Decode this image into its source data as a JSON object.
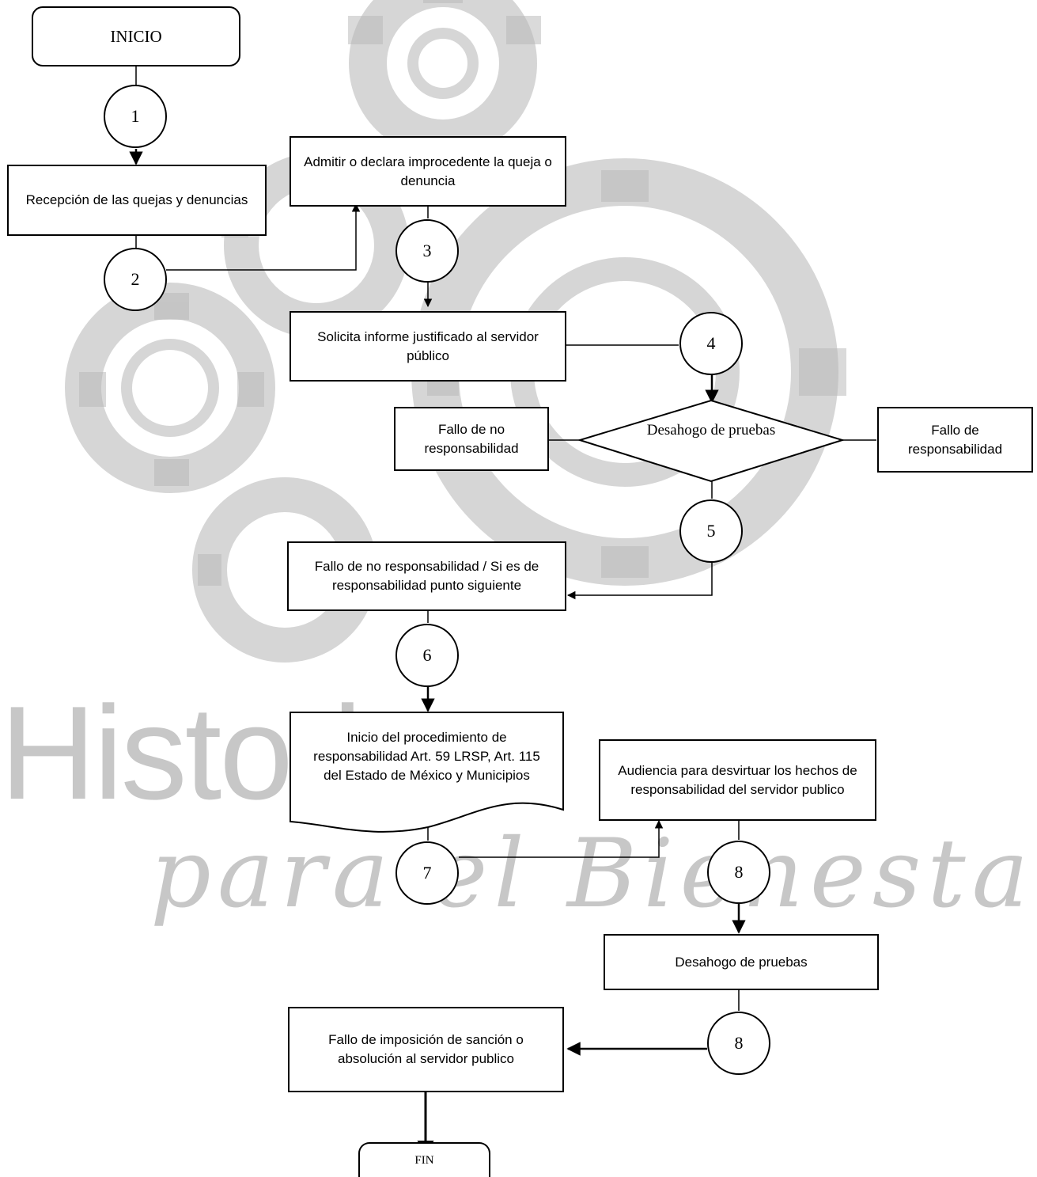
{
  "watermark": {
    "main_text": "Historia",
    "script_text": "para el Bienestar"
  },
  "nodes": {
    "inicio": "INICIO",
    "c1": "1",
    "recepcion": "Recepción de las quejas y denuncias",
    "c2": "2",
    "admitir": "Admitir o declara improcedente la queja o denuncia",
    "c3": "3",
    "solicita": "Solicita informe justificado al servidor público",
    "c4": "4",
    "desahogo_decision": "Desahogo de pruebas",
    "fallo_no": "Fallo de no responsabilidad",
    "fallo_si": "Fallo de responsabilidad",
    "c5": "5",
    "fallo_no_resp": "Fallo de no responsabilidad / Si es de responsabilidad punto siguiente",
    "c6": "6",
    "inicio_proc": "Inicio del procedimiento de responsabilidad Art. 59 LRSP, Art. 115 del Estado de México y Municipios",
    "c7": "7",
    "audiencia": "Audiencia para desvirtuar los hechos de responsabilidad del servidor publico",
    "c8a": "8",
    "desahogo_pruebas": "Desahogo de pruebas",
    "c8b": "8",
    "fallo_imposicion": "Fallo de imposición de sanción o absolución al servidor publico",
    "fin": "FIN"
  }
}
